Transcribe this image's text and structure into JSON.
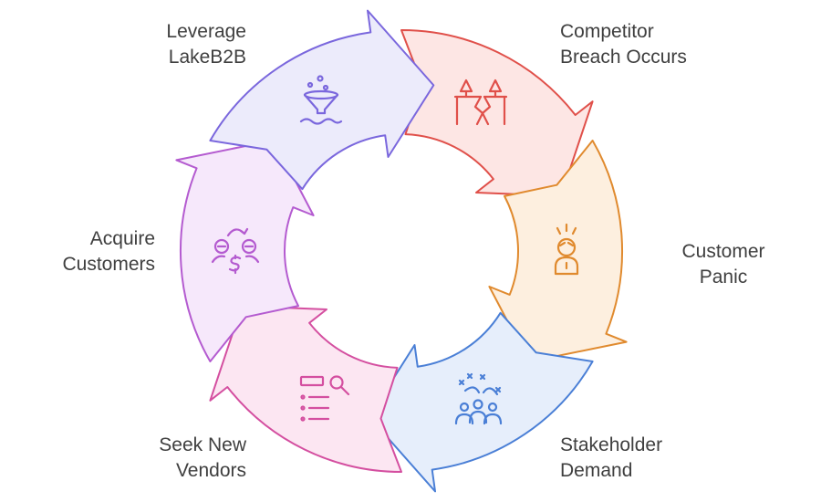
{
  "steps": [
    {
      "line1": "Competitor",
      "line2": "Breach Occurs",
      "icon": "breach-icon",
      "color": "#e0504a",
      "fill": "#fde6e4"
    },
    {
      "line1": "Customer",
      "line2": "Panic",
      "icon": "panic-icon",
      "color": "#e08a2e",
      "fill": "#fdefdf"
    },
    {
      "line1": "Stakeholder",
      "line2": "Demand",
      "icon": "demand-icon",
      "color": "#4a7fd6",
      "fill": "#e6eefb"
    },
    {
      "line1": "Seek New",
      "line2": "Vendors",
      "icon": "search-list-icon",
      "color": "#d44fa0",
      "fill": "#fce6f2"
    },
    {
      "line1": "Acquire",
      "line2": "Customers",
      "icon": "acquire-icon",
      "color": "#b45bd0",
      "fill": "#f6e8fb"
    },
    {
      "line1": "Leverage",
      "line2": "LakeB2B",
      "icon": "funnel-icon",
      "color": "#7a67dd",
      "fill": "#ecebfb"
    }
  ]
}
